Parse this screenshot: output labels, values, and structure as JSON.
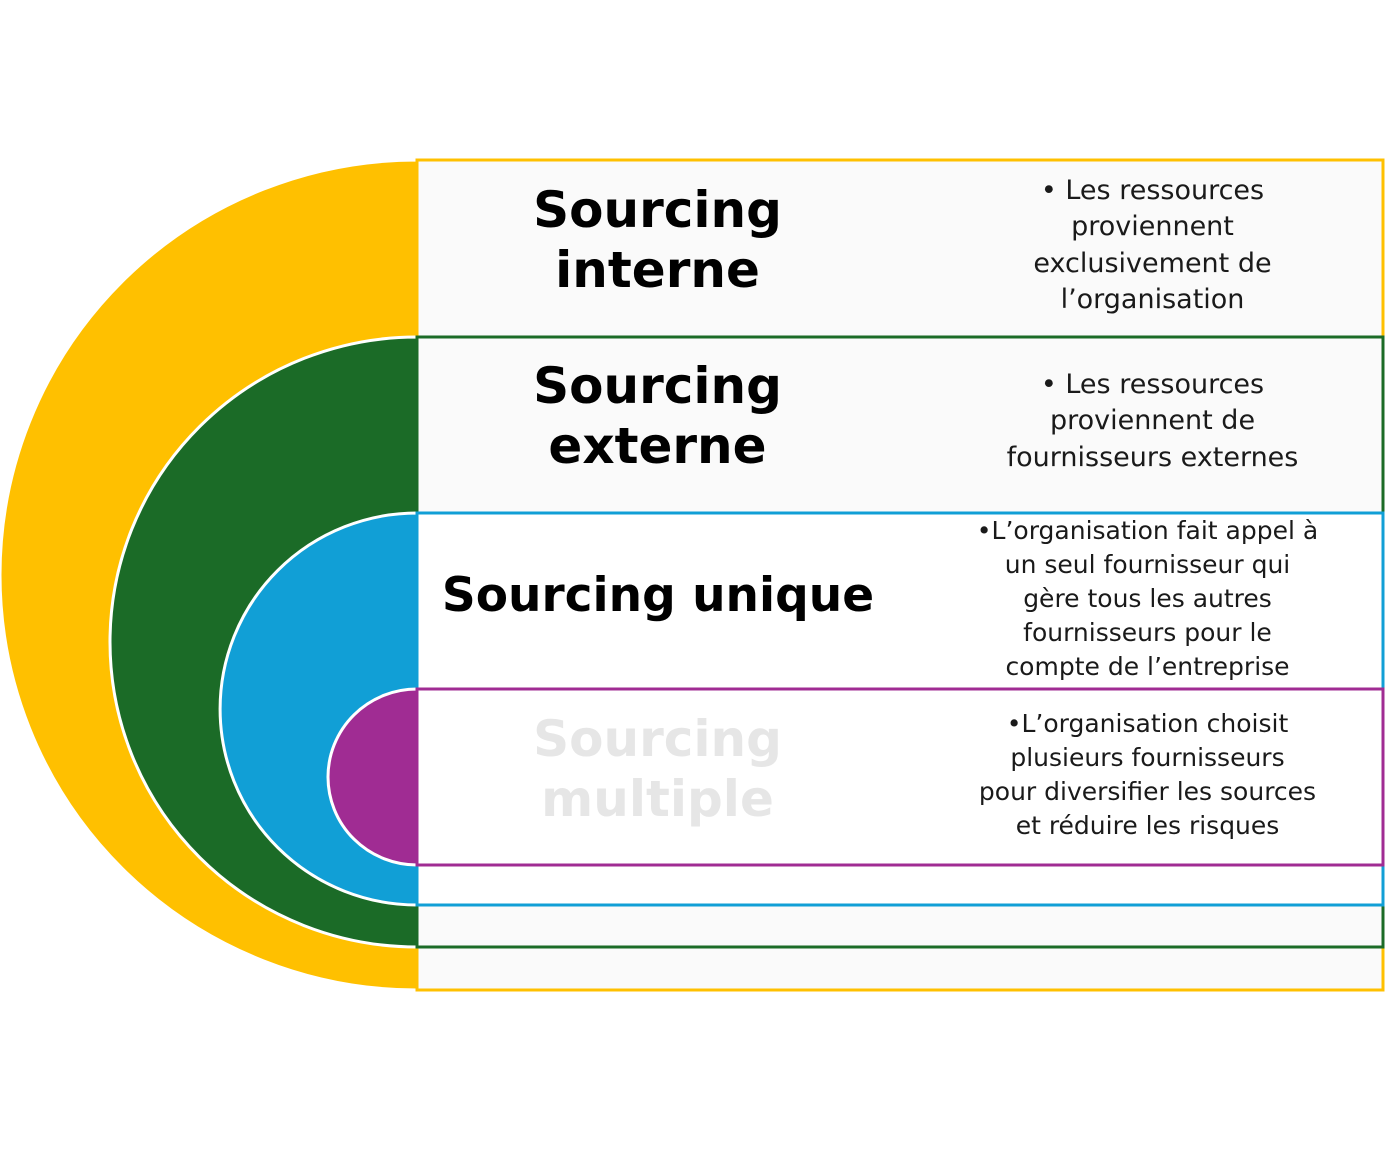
{
  "colors": {
    "yellow": "#FFC000",
    "green": "#1B6B27",
    "blue": "#119FD6",
    "purple": "#A02C93",
    "row_bg": "#FAFAFA",
    "text_dark": "#000000",
    "text_faded": "#E6E6E6"
  },
  "levels": [
    {
      "title": "Sourcing interne",
      "description": "• Les ressources\nproviennent\nexclusivement de\nl’organisation"
    },
    {
      "title": "Sourcing externe",
      "description": "• Les ressources\nproviennent de\nfournisseurs externes"
    },
    {
      "title": "Sourcing unique",
      "description": "•L’organisation fait appel à\nun seul fournisseur qui\ngère tous les autres\nfournisseurs pour le\ncompte de l’entreprise"
    },
    {
      "title": "Sourcing multiple",
      "description": "•L’organisation choisit\nplusieurs fournisseurs\npour diversifier les sources\net réduire les risques"
    }
  ]
}
